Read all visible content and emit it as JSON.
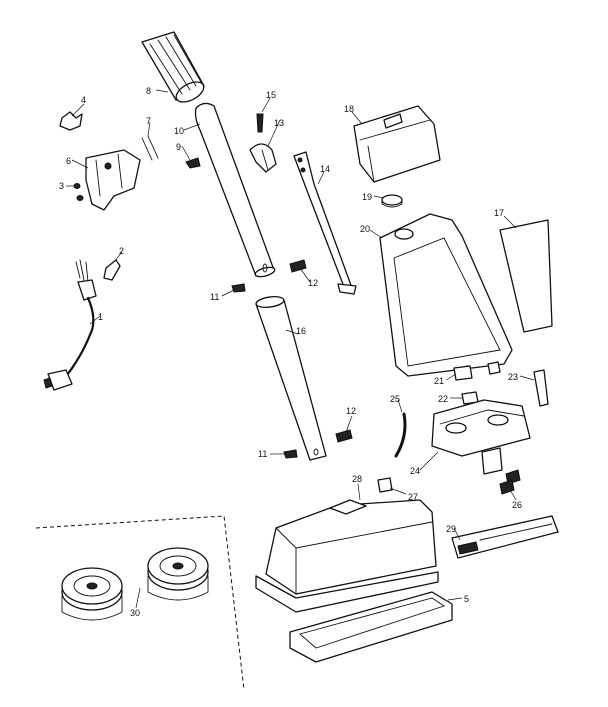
{
  "labels": {
    "p1": "1",
    "p2": "2",
    "p3": "3",
    "p4": "4",
    "p5": "5",
    "p6": "6",
    "p7": "7",
    "p8": "8",
    "p9": "9",
    "p10": "10",
    "p11a": "11",
    "p11b": "11",
    "p12a": "12",
    "p12b": "12",
    "p13": "13",
    "p14": "14",
    "p15": "15",
    "p16": "16",
    "p17": "17",
    "p18": "18",
    "p19": "19",
    "p20": "20",
    "p21": "21",
    "p22": "22",
    "p23": "23",
    "p24": "24",
    "p25": "25",
    "p26": "26",
    "p27": "27",
    "p28": "28",
    "p29": "29",
    "p30": "30"
  }
}
